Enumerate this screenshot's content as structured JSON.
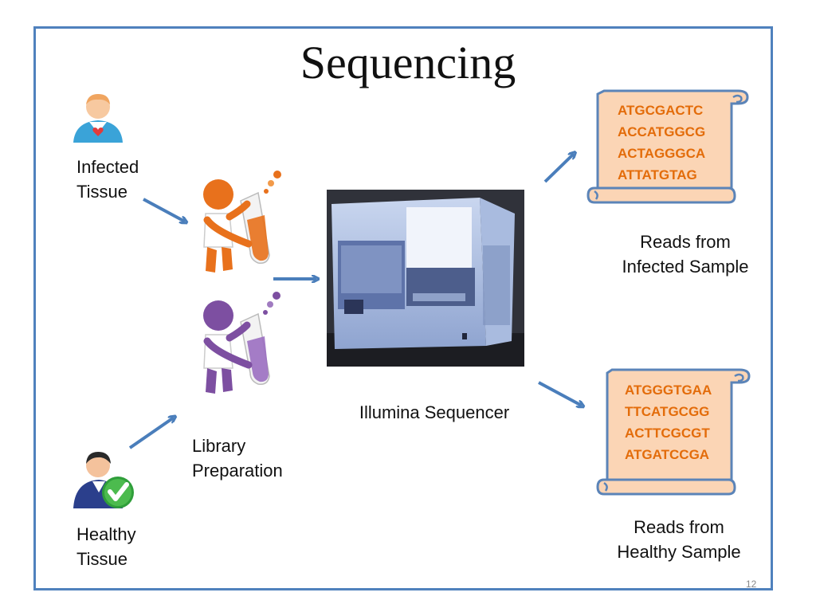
{
  "title": "Sequencing",
  "labels": {
    "infected_tissue": [
      "Infected",
      "Tissue"
    ],
    "healthy_tissue": [
      "Healthy",
      "Tissue"
    ],
    "library_preparation": [
      "Library",
      "Preparation"
    ],
    "sequencer": "Illumina Sequencer",
    "reads_infected": [
      "Reads from",
      "Infected Sample"
    ],
    "reads_healthy": [
      "Reads from",
      "Healthy Sample"
    ]
  },
  "reads": {
    "infected": [
      "ATGCGACTC",
      "ACCATGGCG",
      "ACTAGGGCA",
      "ATTATGTAG"
    ],
    "healthy": [
      "ATGGGTGAA",
      "TTCATGCGG",
      "ACTTCGCGT",
      "ATGATCCGA"
    ]
  },
  "page_number": "12",
  "colors": {
    "frame": "#4f81bd",
    "arrow": "#4a7ebb",
    "read_text": "#e36c0a",
    "scroll_fill": "#fbd5b5",
    "scroll_stroke": "#5b84b8",
    "orange_figure": "#e8711c",
    "purple_figure": "#7d4fa1"
  },
  "icons": {
    "infected_person": "infected-person-icon",
    "healthy_person": "healthy-person-icon",
    "scientist_orange": "scientist-orange-icon",
    "scientist_purple": "scientist-purple-icon",
    "sequencer_machine": "sequencer-machine-icon"
  }
}
